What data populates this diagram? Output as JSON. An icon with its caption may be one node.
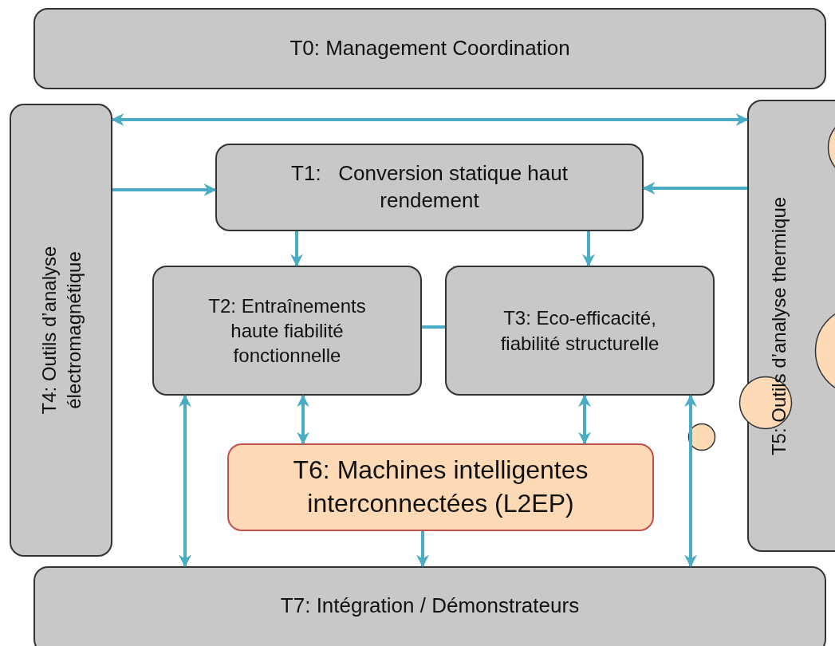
{
  "diagram": {
    "nodes": [
      {
        "text": [
          "T0: Management Coordination"
        ]
      },
      {
        "text": [
          "T4: Outils d’analyse électromagnétique"
        ]
      },
      {
        "text": [
          "T1:   Conversion statique haut rendement"
        ]
      },
      {
        "text": [
          "T5: Outils d’analyse thermique"
        ]
      },
      {
        "text": [
          "T2: Entraînements haute fiabilité fonctionnelle"
        ]
      },
      {
        "text": [
          "T3: Eco-efficacité, fiabilité structurelle"
        ]
      },
      {
        "text": [
          "T6: Machines intelligentes interconnectées (L2EP)"
        ]
      },
      {
        "text": [
          "T7: Intégration / Démonstrateurs"
        ]
      },
      {
        "text": [],
        "shape": "circle"
      },
      {
        "text": [],
        "shape": "circle"
      },
      {
        "text": [],
        "shape": "circle"
      },
      {
        "text": [],
        "shape": "circle"
      }
    ],
    "edges": [
      {
        "from": 1,
        "to": 3,
        "arrow": "both"
      },
      {
        "from": 1,
        "to": 2,
        "arrow": "to"
      },
      {
        "from": 3,
        "to": 2,
        "arrow": "to"
      },
      {
        "from": 2,
        "to": 4,
        "arrow": "to"
      },
      {
        "from": 2,
        "to": 5,
        "arrow": "to"
      },
      {
        "from": 4,
        "to": 5,
        "arrow": "none"
      },
      {
        "from": 4,
        "to": 6,
        "arrow": "both"
      },
      {
        "from": 5,
        "to": 6,
        "arrow": "both"
      },
      {
        "from": 4,
        "to": 7,
        "arrow": "both"
      },
      {
        "from": 5,
        "to": 7,
        "arrow": "both"
      },
      {
        "from": 6,
        "to": 7,
        "arrow": "to"
      }
    ]
  }
}
